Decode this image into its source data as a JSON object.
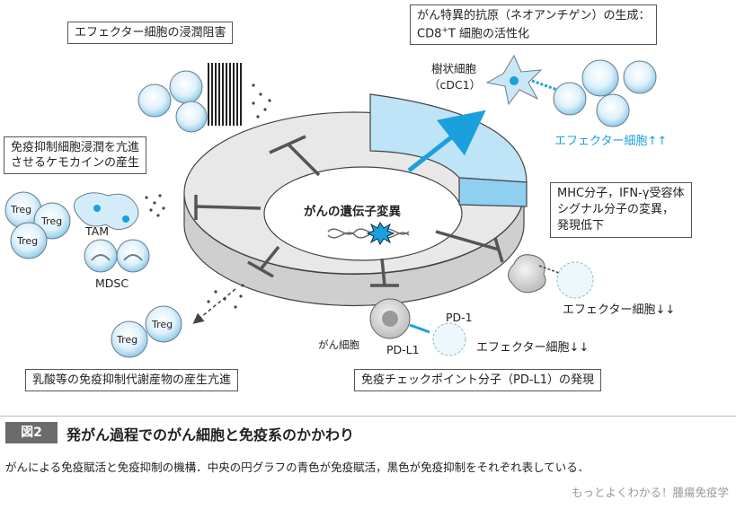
{
  "center_label": "がんの遺伝子変異",
  "boxes": {
    "infiltration_block": "エフェクター細胞の浸潤阻害",
    "chemokine_line1": "免疫抑制細胞浸潤を亢進",
    "chemokine_line2": "させるケモカインの産生",
    "metabolite": "乳酸等の免疫抑制代謝産物の産生亢進",
    "checkpoint": "免疫チェックポイント分子（PD-L1）の発現",
    "mhc_line1": "MHC分子，IFN-γ受容体",
    "mhc_line2": "シグナル分子の変異，",
    "mhc_line3": "発現低下",
    "neoantigen_line1": "がん特異的抗原（ネオアンチゲン）の生成：",
    "neoantigen_line2_pre": "CD8",
    "neoantigen_line2_sup": "+",
    "neoantigen_line2_post": "T 細胞の活性化"
  },
  "labels": {
    "dendritic_line1": "樹状細胞",
    "dendritic_line2": "（cDC1）",
    "effector_up": "エフェクター細胞↑↑",
    "effector_down_1": "エフェクター細胞↓↓",
    "effector_down_2": "エフェクター細胞↓↓",
    "treg": "Treg",
    "tam": "TAM",
    "mdsc": "MDSC",
    "pd1": "PD-1",
    "pdl1": "PD-L1",
    "cancer_cell": "がん細胞"
  },
  "figure": {
    "tag": "図2",
    "title": "発がん過程でのがん細胞と免疫系のかかわり",
    "caption": "がんによる免疫賦活と免疫抑制の機構．中央の円グラフの青色が免疫賦活，黒色が免疫抑制をそれぞれ表している．",
    "credit": "もっとよくわかる！腫瘍免疫学"
  },
  "colors": {
    "activation_blue": "#bfe3f7",
    "arrow_blue": "#1aa0dc",
    "ring_gray": "#e6e6e6",
    "inhibit_dark": "#555555"
  }
}
